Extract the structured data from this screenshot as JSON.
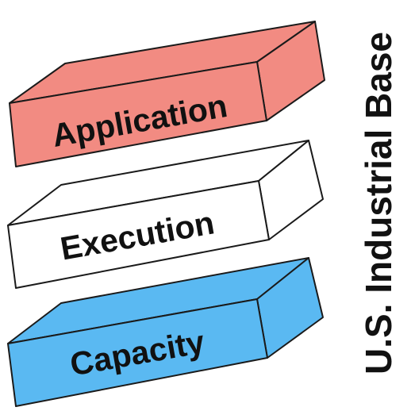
{
  "title": "U.S. Industrial Base",
  "blocks": [
    {
      "label": "Application",
      "color": "#f28b82"
    },
    {
      "label": "Execution",
      "color": "#ffffff"
    },
    {
      "label": "Capacity",
      "color": "#5ab9f2"
    }
  ],
  "outline_color": "#1a1a1a"
}
